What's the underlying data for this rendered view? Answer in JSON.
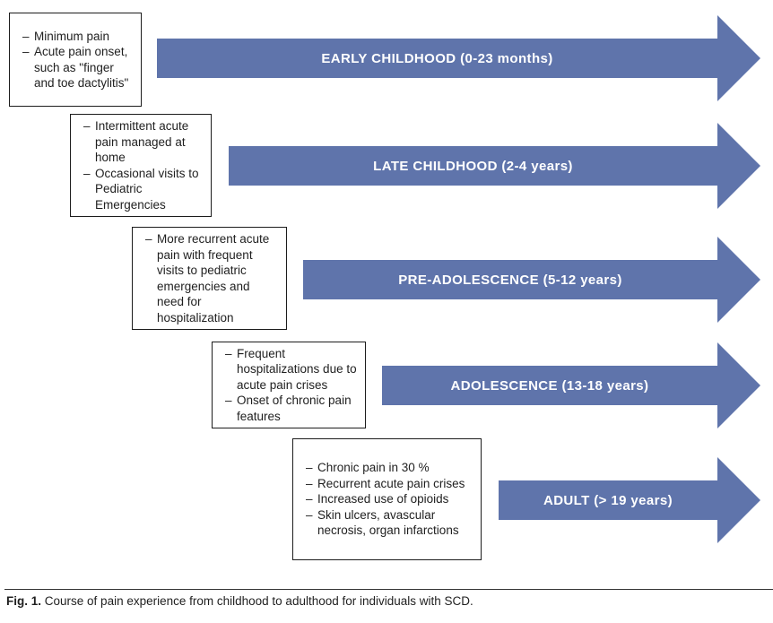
{
  "diagram": {
    "arrow_color": "#5f74ab",
    "bullet_char": "–",
    "stages": [
      {
        "label": "EARLY CHILDHOOD (0-23 months)",
        "notes": [
          "Minimum pain",
          "Acute pain onset, such as \"finger and toe dactylitis\""
        ]
      },
      {
        "label": "LATE CHILDHOOD (2-4 years)",
        "notes": [
          "Intermittent acute pain managed at home",
          "Occasional visits to Pediatric Emergencies"
        ]
      },
      {
        "label": "PRE-ADOLESCENCE (5-12 years)",
        "notes": [
          "More recurrent acute pain with frequent visits to pediatric emergencies and need for hospitalization"
        ]
      },
      {
        "label": "ADOLESCENCE (13-18 years)",
        "notes": [
          "Frequent hospitalizations due to acute pain crises",
          "Onset of chronic pain features"
        ]
      },
      {
        "label": "ADULT (> 19 years)",
        "notes": [
          "Chronic pain in 30 %",
          "Recurrent acute pain crises",
          "Increased use of opioids",
          "Skin ulcers, avascular necrosis, organ infarctions"
        ]
      }
    ]
  },
  "caption": {
    "fig_label": "Fig. 1.",
    "text": "Course of pain experience from childhood to adulthood for individuals with SCD."
  }
}
